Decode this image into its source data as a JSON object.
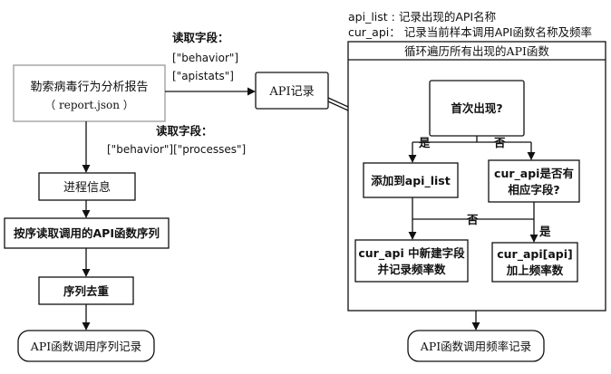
{
  "header_notes": {
    "api_list": "api_list : 记录出现的API名称",
    "cur_api": "cur_api：  记录当前样本调用API函数名称及频率"
  },
  "report": {
    "title": "勒索病毒行为分析报告",
    "subtitle": "（ report.json ）"
  },
  "labels": {
    "read_fields_top": "读取字段：",
    "field_behavior": "[\"behavior\"]",
    "field_apistats": "[\"apistats\"]",
    "read_fields_bottom": "读取字段：",
    "field_processes": "[\"behavior\"][\"processes\"]"
  },
  "left_flow": {
    "process_info": "进程信息",
    "read_sequence": "按序读取调用的API函数序列",
    "dedupe": "序列去重",
    "sequence_record": "API函数调用序列记录"
  },
  "api_record": "API记录",
  "loop": {
    "title": "循环遍历所有出现的API函数",
    "first_seen": "首次出现?",
    "yes": "是",
    "no": "否",
    "add_to_list": "添加到api_list",
    "has_field_line1": "cur_api是否有",
    "has_field_line2": "相应字段?",
    "no2": "否",
    "yes2": "是",
    "new_field_line1": "cur_api 中新建字段",
    "new_field_line2": "并记录频率数",
    "add_freq_line1": "cur_api[api]",
    "add_freq_line2": "加上频率数"
  },
  "freq_record": "API函数调用频率记录",
  "colors": {
    "stroke": "#111111",
    "grey_border": "#9a9a9a",
    "background": "#ffffff"
  }
}
